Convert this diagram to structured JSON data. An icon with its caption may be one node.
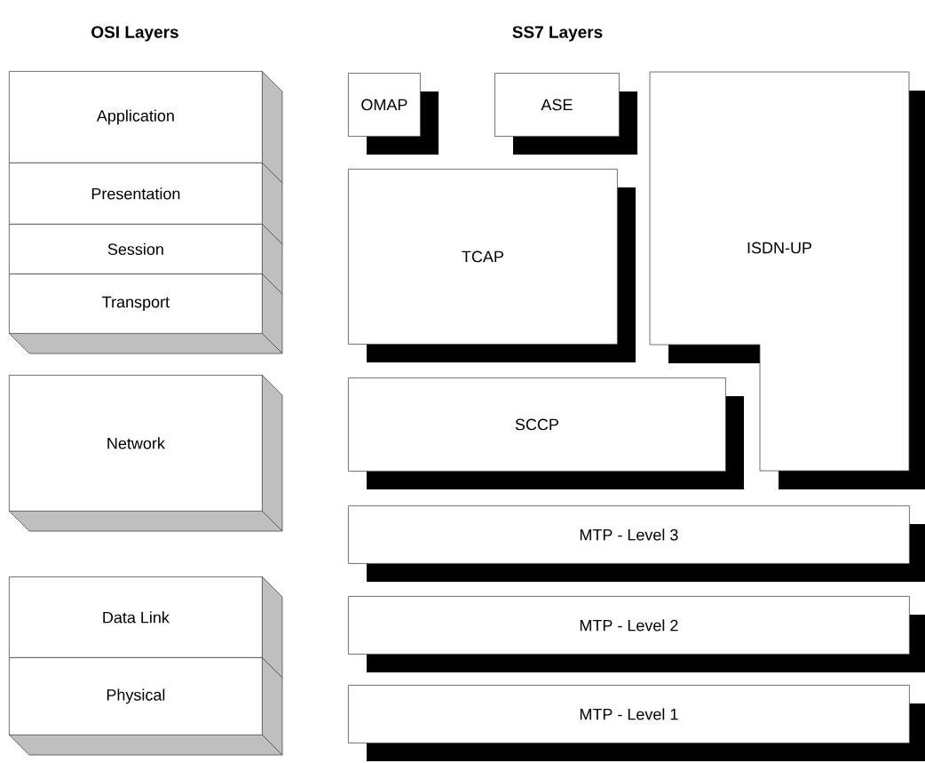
{
  "diagram": {
    "nodes": [
      {
        "text": [
          "Application"
        ]
      },
      {
        "text": [
          "Presentation"
        ]
      },
      {
        "text": [
          "Session"
        ]
      },
      {
        "text": [
          "Transport"
        ]
      },
      {
        "text": [
          "Network"
        ]
      },
      {
        "text": [
          "Data Link"
        ]
      },
      {
        "text": [
          "Physical"
        ]
      },
      {
        "text": [
          "OMAP"
        ]
      },
      {
        "text": [
          "ASE"
        ]
      },
      {
        "text": [
          "ISDN-UP"
        ]
      },
      {
        "text": [
          "TCAP"
        ]
      },
      {
        "text": [
          "SCCP"
        ]
      },
      {
        "text": [
          "MTP - Level 3"
        ]
      },
      {
        "text": [
          "MTP - Level 2"
        ]
      },
      {
        "text": [
          "MTP - Level 1"
        ]
      }
    ],
    "labels": [
      "OSI Layers",
      "SS7 Layers"
    ]
  }
}
